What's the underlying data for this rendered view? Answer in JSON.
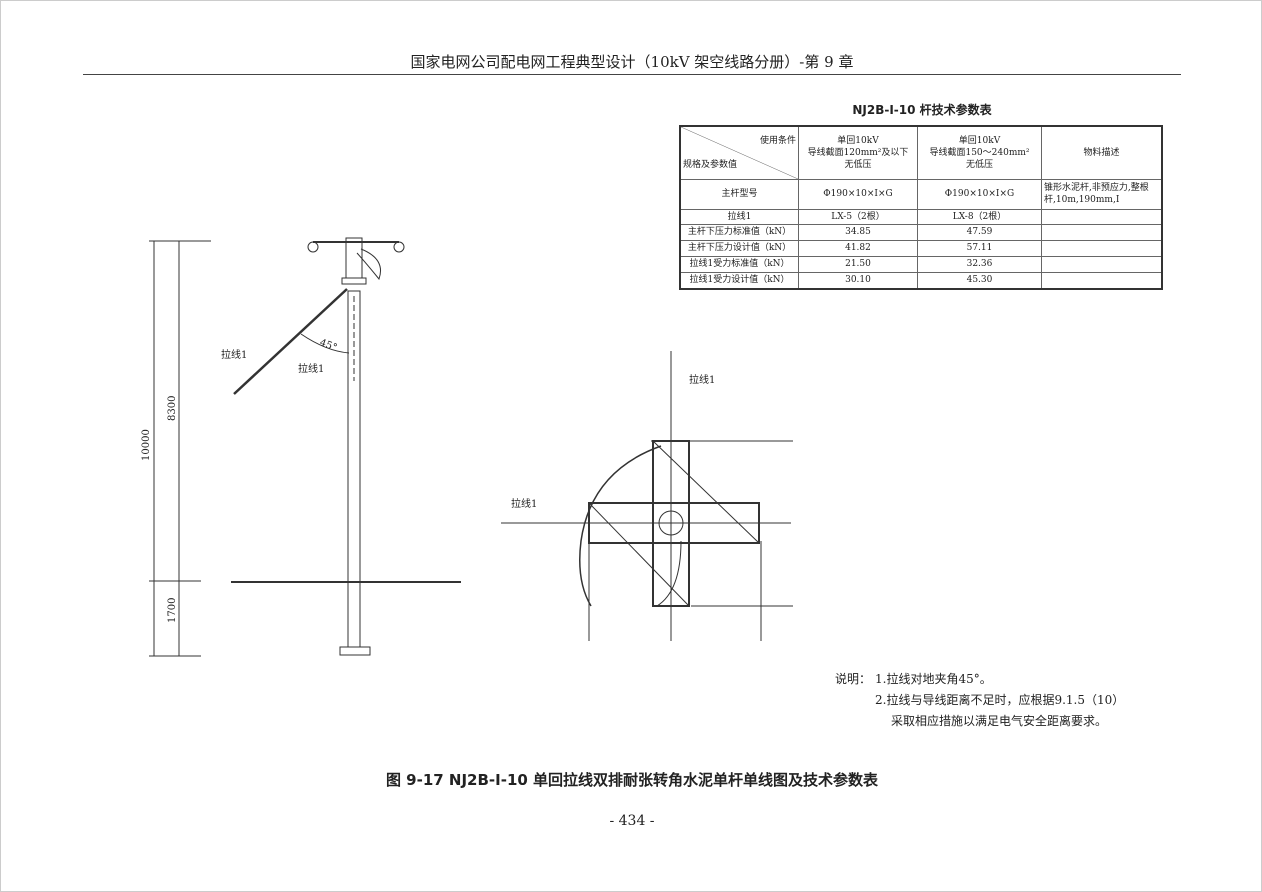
{
  "header": "国家电网公司配电网工程典型设计（10kV 架空线路分册）-第 9 章",
  "table": {
    "title": "NJ2B-I-10 杆技术参数表",
    "corner_top": "使用条件",
    "corner_bottom": "规格及参数值",
    "col1": [
      "单回10kV",
      "导线截面120mm²及以下",
      "无低压"
    ],
    "col2": [
      "单回10kV",
      "导线截面150～240mm²",
      "无低压"
    ],
    "col3": "物料描述",
    "rows": [
      {
        "label": "主杆型号",
        "c1": "Φ190×10×I×G",
        "c2": "Φ190×10×I×G",
        "c3": "锥形水泥杆,非预应力,整根杆,10m,190mm,I"
      },
      {
        "label": "拉线1",
        "c1": "LX-5（2根）",
        "c2": "LX-8（2根）",
        "c3": ""
      },
      {
        "label": "主杆下压力标准值（kN）",
        "c1": "34.85",
        "c2": "47.59",
        "c3": ""
      },
      {
        "label": "主杆下压力设计值（kN）",
        "c1": "41.82",
        "c2": "57.11",
        "c3": ""
      },
      {
        "label": "拉线1受力标准值（kN）",
        "c1": "21.50",
        "c2": "32.36",
        "c3": ""
      },
      {
        "label": "拉线1受力设计值（kN）",
        "c1": "30.10",
        "c2": "45.30",
        "c3": ""
      }
    ]
  },
  "drawing": {
    "dim_total": "10000",
    "dim_above": "8300",
    "dim_below": "1700",
    "angle": "45°",
    "guy_label": "拉线1"
  },
  "notes": {
    "prefix": "说明：",
    "n1": "1.拉线对地夹角45°。",
    "n2": "2.拉线与导线距离不足时，应根据9.1.5（10）",
    "n2b": "采取相应措施以满足电气安全距离要求。"
  },
  "caption": "图 9-17   NJ2B-I-10 单回拉线双排耐张转角水泥单杆单线图及技术参数表",
  "page_number": "- 434 -"
}
